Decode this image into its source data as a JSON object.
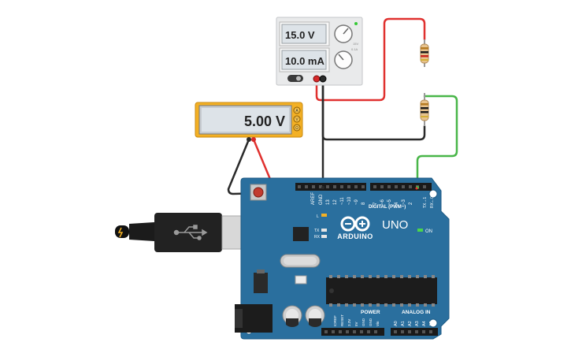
{
  "power_supply": {
    "voltage_display": "15.0 V",
    "current_display": "10.0 mA",
    "knob_label_v": "15V",
    "knob_label_c": "0.1A"
  },
  "multimeter": {
    "display": "5.00 V",
    "modes": [
      "A",
      "V",
      "Ω"
    ]
  },
  "arduino": {
    "brand": "ARDUINO",
    "model": "UNO",
    "digital_label": "DIGITAL (PWM~)",
    "power_label": "POWER",
    "analog_label": "ANALOG IN",
    "on_label": "ON",
    "l_label": "L",
    "tx_label": "TX",
    "rx_label": "RX",
    "digital_pins": [
      "AREF",
      "GND",
      "13",
      "12",
      "~11",
      "~10",
      "~9",
      "8",
      "7",
      "~6",
      "~5",
      "4",
      "~3",
      "2",
      "TX→1",
      "RX←0"
    ],
    "power_pins": [
      "IOREF",
      "RESET",
      "3.3V",
      "5V",
      "GND",
      "GND",
      "Vin"
    ],
    "analog_pins": [
      "A0",
      "A1",
      "A2",
      "A3",
      "A4",
      "A5"
    ]
  },
  "colors": {
    "board": "#2a6f9e",
    "wire_red": "#e0312f",
    "wire_black": "#2a2a2a",
    "wire_green": "#49b649",
    "meter_body": "#f3b024",
    "lcd": "#dde3e8"
  },
  "icons": {
    "usb": "usb-icon",
    "arduino_logo": "infinity-logo-icon"
  }
}
